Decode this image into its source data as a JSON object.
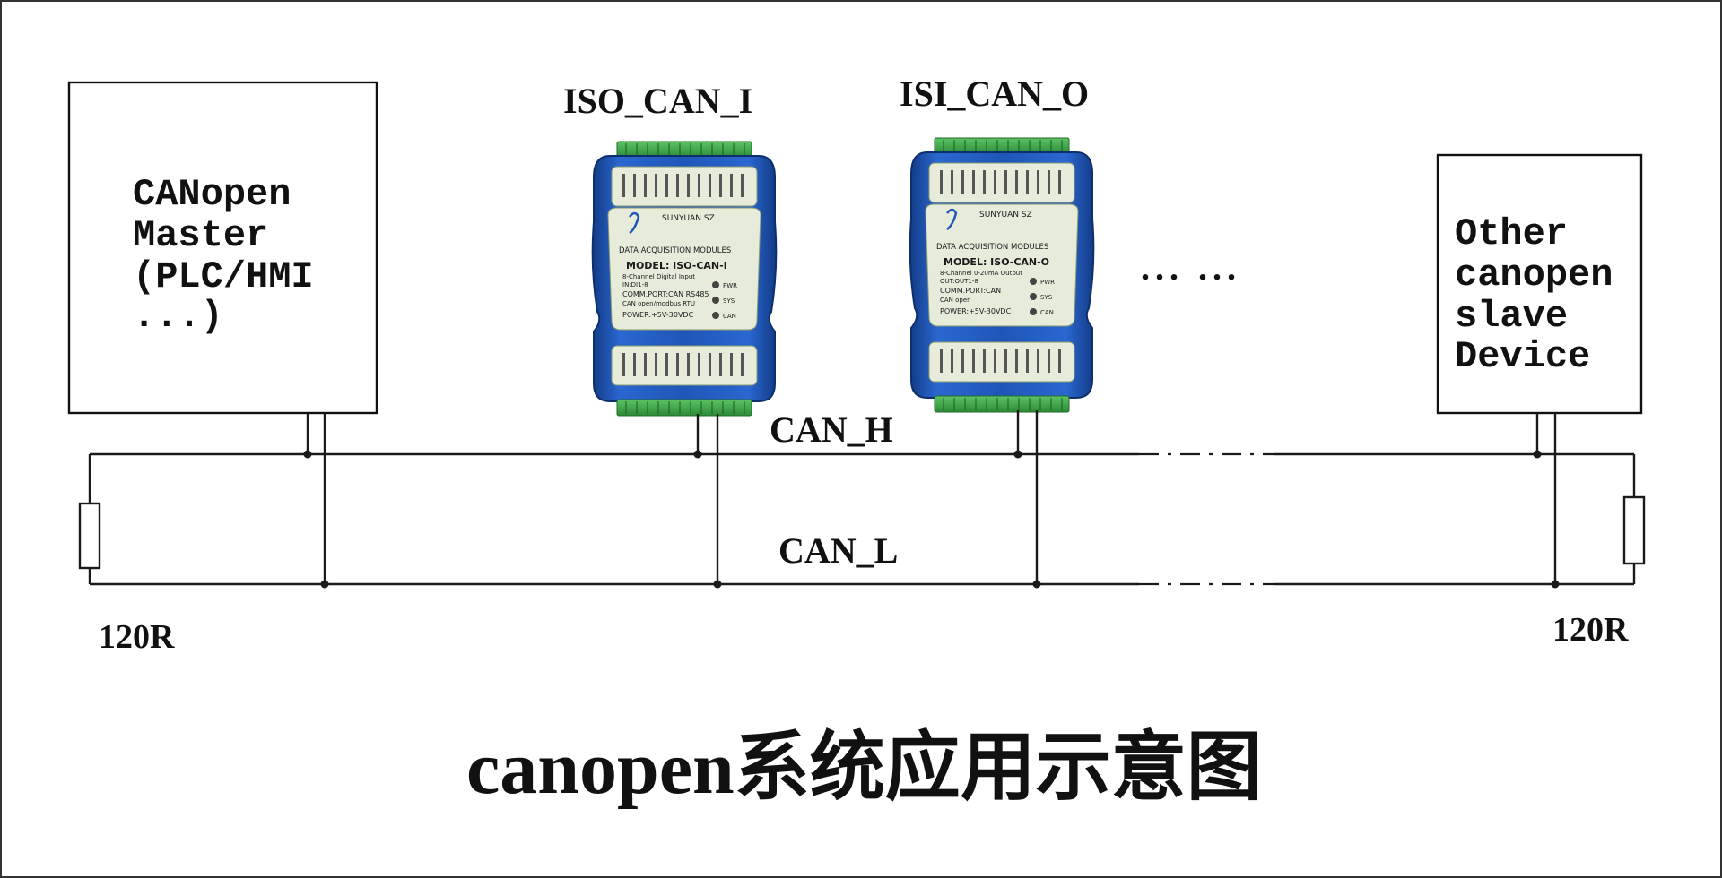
{
  "diagram": {
    "title": "canopen系统应用示意图",
    "master_box": {
      "lines": [
        "CANopen",
        "Master",
        "(PLC/HMI",
        "...)"
      ]
    },
    "slave_box": {
      "lines": [
        "Other",
        "canopen",
        "slave",
        "Device"
      ]
    },
    "module_1": {
      "title": "ISO_CAN_I",
      "brand": "SUNYUAN SZ",
      "header": "DATA ACQUISITION MODULES",
      "model": "MODEL: ISO-CAN-I",
      "desc_1": "8-Channel Digital Input",
      "desc_2": "IN:DI1-8",
      "comm": "COMM.PORT:CAN RS485",
      "comm_2": "CAN open/modbus RTU",
      "power": "POWER:+5V-30VDC",
      "leds": [
        "PWR",
        "SYS",
        "CAN"
      ]
    },
    "module_2": {
      "title": "ISI_CAN_O",
      "brand": "SUNYUAN SZ",
      "header": "DATA ACQUISITION MODULES",
      "model": "MODEL: ISO-CAN-O",
      "desc_1": "8-Channel 0-20mA Output",
      "desc_2": "OUT:OUT1-8",
      "comm": "COMM.PORT:CAN",
      "comm_2": "CAN open",
      "power": "POWER:+5V-30VDC",
      "leds": [
        "PWR",
        "SYS",
        "CAN"
      ]
    },
    "ellipsis": "... ...",
    "bus_h_label": "CAN_H",
    "bus_l_label": "CAN_L",
    "resistor_left": "120R",
    "resistor_right": "120R",
    "colors": {
      "module_blue": "#1f56b8",
      "module_blue_dark": "#123b86",
      "terminal_green": "#3aa845",
      "panel": "#e7ecda"
    }
  }
}
